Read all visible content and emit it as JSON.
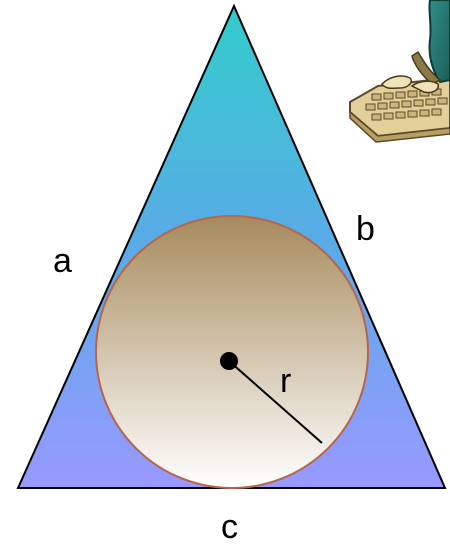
{
  "diagram": {
    "labels": {
      "side_a": "a",
      "side_b": "b",
      "side_c": "c",
      "radius": "r"
    },
    "colors": {
      "triangle_top": "#33cccc",
      "triangle_mid": "#5aaae6",
      "triangle_bottom": "#9999ff",
      "circle_top": "#a68a5c",
      "circle_bottom": "#ffffff",
      "circle_stroke": "#b5654a",
      "outline": "#000000"
    },
    "clipart": {
      "icon": "computer-keyboard-clipart-icon"
    }
  }
}
